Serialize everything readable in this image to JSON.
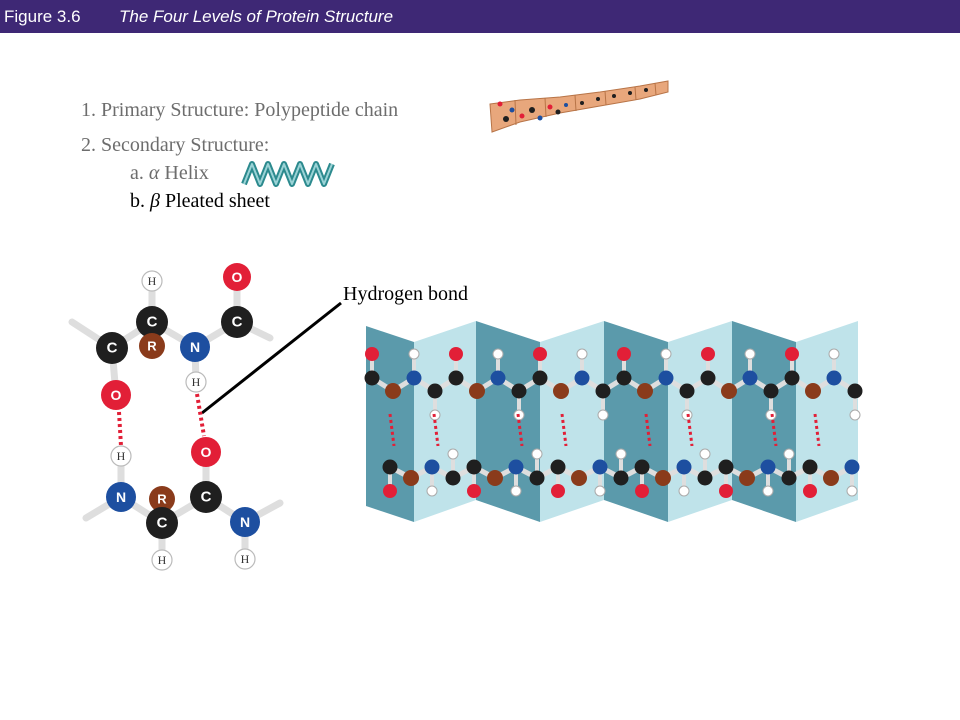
{
  "header": {
    "figure_number": "Figure 3.6",
    "figure_title": "The Four Levels of Protein Structure",
    "background_color": "#3e2875"
  },
  "levels": {
    "primary": "1. Primary Structure: Polypeptide chain",
    "secondary": "2. Secondary Structure:",
    "helix_prefix": "a.",
    "helix_symbol": "α",
    "helix_label": "Helix",
    "sheet_prefix": "b.",
    "sheet_symbol": "β",
    "sheet_label": "Pleated sheet"
  },
  "annotation": {
    "hydrogen_bond": "Hydrogen bond"
  },
  "atoms": {
    "H": "H",
    "O": "O",
    "C": "C",
    "N": "N",
    "R": "R"
  },
  "colors": {
    "oxygen": "#e21f37",
    "nitrogen": "#1d4fa0",
    "carbon": "#1f1f1f",
    "r_group": "#8a3b1b",
    "hydrogen": "#ffffff",
    "sheet_light": "#bfe3ea",
    "sheet_dark": "#5b9aab",
    "muted_text": "#6d6d6d"
  }
}
